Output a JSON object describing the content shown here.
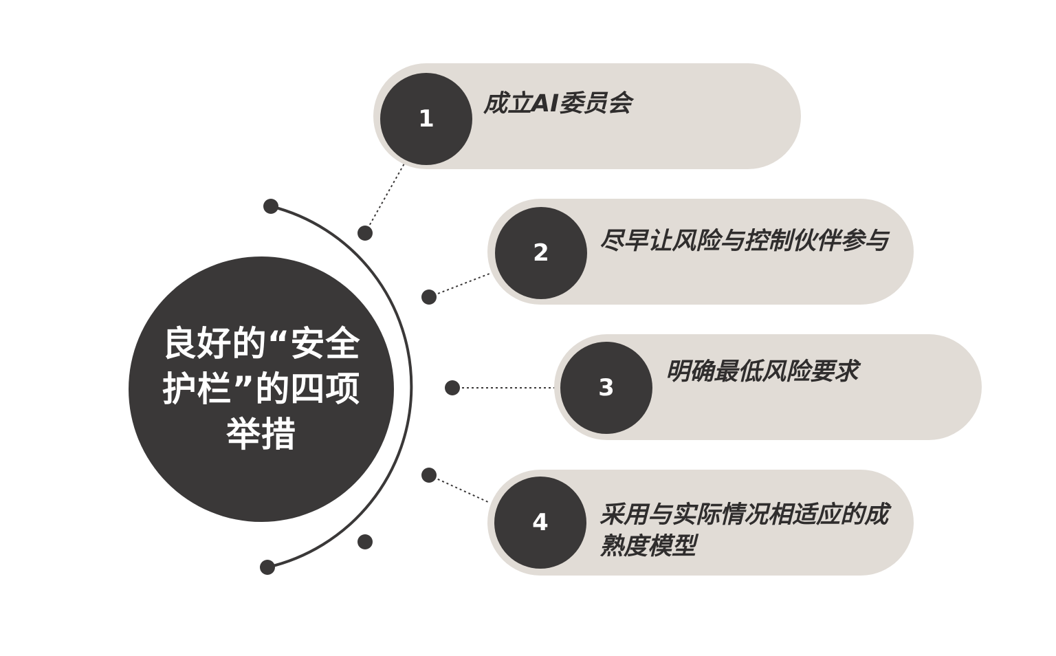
{
  "center": {
    "title": "良好的“安全护栏”的四项举措"
  },
  "items": [
    {
      "number": "1",
      "text": "成立AI委员会"
    },
    {
      "number": "2",
      "text": "尽早让风险与控制伙伴参与"
    },
    {
      "number": "3",
      "text": "明确最低风险要求"
    },
    {
      "number": "4",
      "text": "采用与实际情况相适应的成熟度模型"
    }
  ],
  "colors": {
    "dark": "#3a3838",
    "pill": "#e1dcd6",
    "text": "#2f2d2d",
    "background": "#ffffff"
  }
}
